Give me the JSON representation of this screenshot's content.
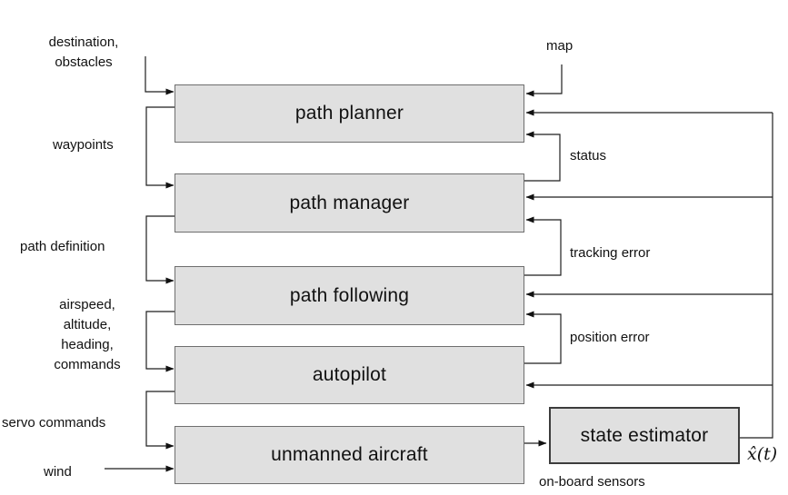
{
  "colors": {
    "box_fill": "#e0e0e0",
    "box_border": "#6e6e6e",
    "estimator_border": "#3c3c3c",
    "line": "#1f1f1f",
    "background": "#ffffff"
  },
  "boxes": {
    "path_planner": "path planner",
    "path_manager": "path manager",
    "path_following": "path following",
    "autopilot": "autopilot",
    "unmanned_aircraft": "unmanned aircraft",
    "state_estimator": "state estimator"
  },
  "labels": {
    "destination_obstacles": "destination,\nobstacles",
    "map": "map",
    "waypoints": "waypoints",
    "status": "status",
    "path_definition": "path definition",
    "tracking_error": "tracking error",
    "airspeed_commands": "airspeed,\naltitude,\nheading,\ncommands",
    "position_error": "position error",
    "servo_commands": "servo commands",
    "wind": "wind",
    "on_board_sensors": "on-board sensors",
    "state_estimate": "x̂(t)"
  }
}
